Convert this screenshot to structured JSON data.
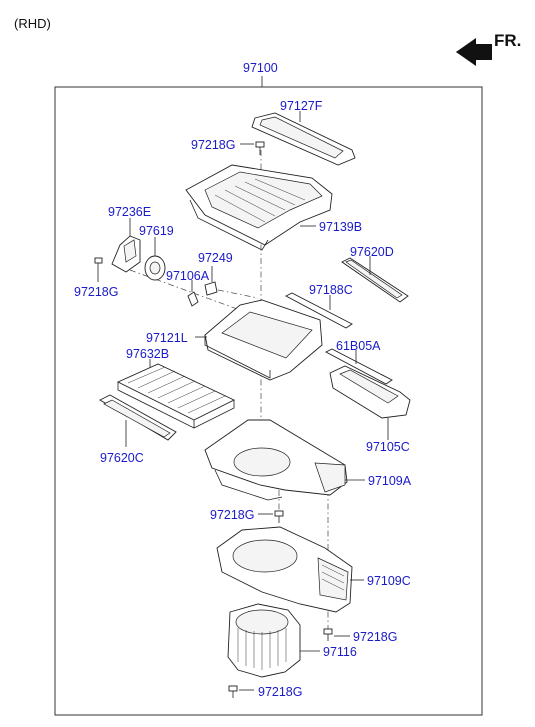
{
  "header": {
    "variant": "(RHD)",
    "direction": "FR."
  },
  "assembly": "97100",
  "labels": {
    "p97127F": "97127F",
    "p97218G_top": "97218G",
    "p97139B": "97139B",
    "p97236E": "97236E",
    "p97619": "97619",
    "p97249": "97249",
    "p97620D": "97620D",
    "p97218G_left": "97218G",
    "p97106A": "97106A",
    "p97188C": "97188C",
    "p97121L": "97121L",
    "p61B05A": "61B05A",
    "p97632B": "97632B",
    "p97105C": "97105C",
    "p97620C": "97620C",
    "p97109A": "97109A",
    "p97218G_mid": "97218G",
    "p97109C": "97109C",
    "p97218G_right": "97218G",
    "p97116": "97116",
    "p97218G_bottom": "97218G"
  },
  "colors": {
    "label": "#1a1ac8",
    "line": "#222222"
  }
}
